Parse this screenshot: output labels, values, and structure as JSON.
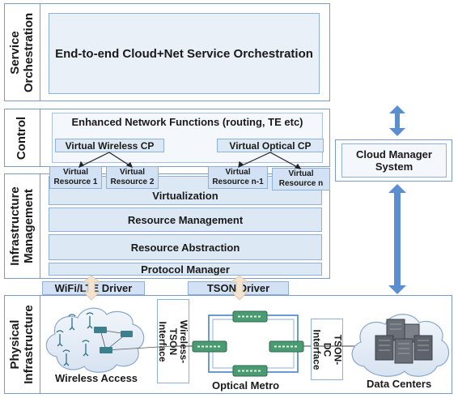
{
  "layers": {
    "service": "Service Orchestration",
    "control": "Control",
    "infra_mgmt": "Infrastructure Management",
    "physical": "Physical Infrastructure"
  },
  "service_box": "End-to-end Cloud+Net Service Orchestration",
  "control": {
    "enf": "Enhanced Network Functions (routing, TE etc)",
    "wireless_cp": "Virtual Wireless CP",
    "optical_cp": "Virtual Optical CP"
  },
  "virtual_resources": [
    {
      "line1": "Virtual",
      "line2": "Resource 1"
    },
    {
      "line1": "Virtual",
      "line2": "Resource 2"
    },
    {
      "line1": "Virtual",
      "line2": "Resource n-1"
    },
    {
      "line1": "Virtual",
      "line2": "Resource n"
    }
  ],
  "infra": {
    "virtualization": "Virtualization",
    "resource_management": "Resource Management",
    "resource_abstraction": "Resource Abstraction",
    "protocol_manager": "Protocol Manager"
  },
  "drivers": {
    "wifi": "WiFi/LTE Driver",
    "tson": "TSON Driver"
  },
  "cloud_manager": {
    "line1": "Cloud Manager",
    "line2": "System"
  },
  "physical": {
    "wireless_access": "Wireless Access",
    "wireless_tson_interface": "Wireless-TSON Interface",
    "optical_metro": "Optical Metro",
    "tson_dc_interface": "TSON-DC Interface",
    "data_centers": "Data Centers"
  },
  "colors": {
    "border": "#7a9cc6",
    "block_fill": "#dde8f5",
    "arrow_blue": "#5b8fcf",
    "arrow_beige": "#f3e3cf",
    "switch_green": "#3d7f8c",
    "server_gray": "#6b6f78"
  }
}
